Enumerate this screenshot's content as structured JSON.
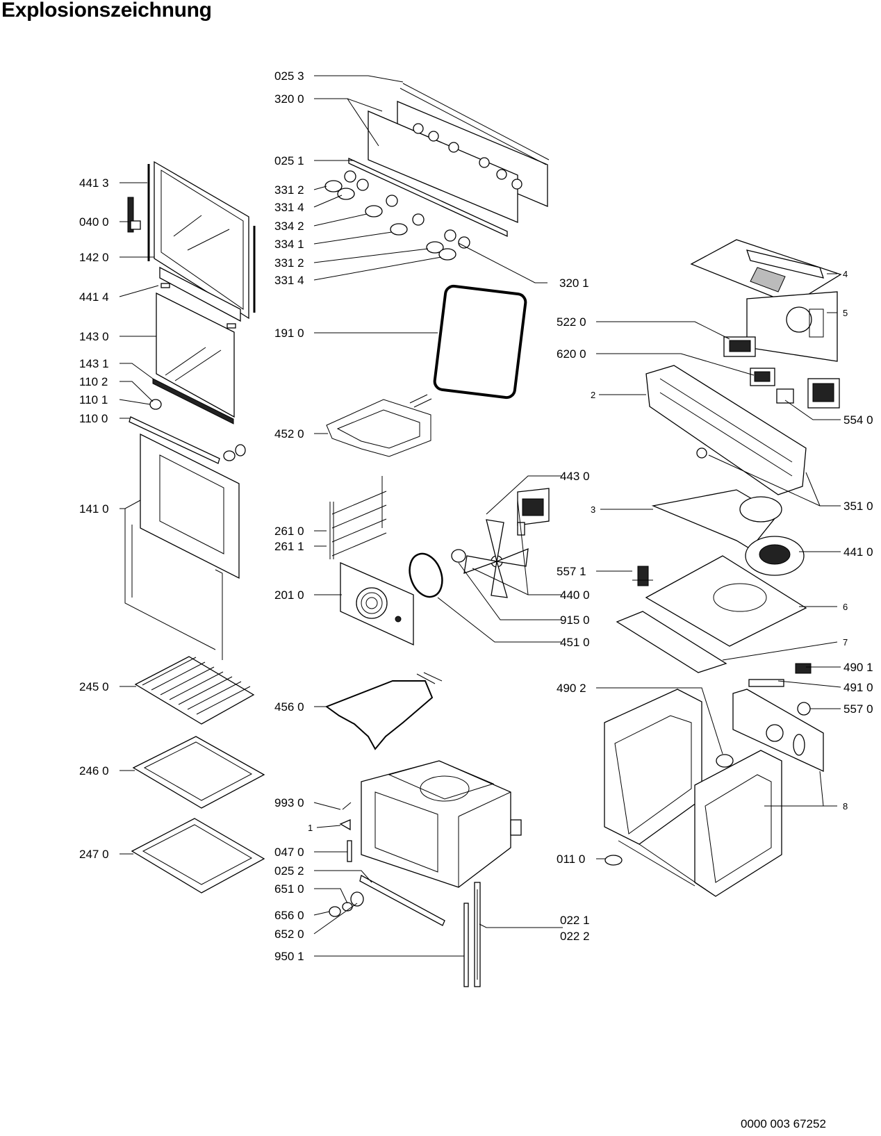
{
  "title": "Explosionszeichnung",
  "document_number": "0000 003 67252",
  "callouts": [
    {
      "id": "c-0253",
      "text": "025 3"
    },
    {
      "id": "c-3200",
      "text": "320 0"
    },
    {
      "id": "c-0251",
      "text": "025 1"
    },
    {
      "id": "c-3312a",
      "text": "331 2"
    },
    {
      "id": "c-3314a",
      "text": "331 4"
    },
    {
      "id": "c-3342",
      "text": "334 2"
    },
    {
      "id": "c-3341",
      "text": "334 1"
    },
    {
      "id": "c-3312b",
      "text": "331 2"
    },
    {
      "id": "c-3314b",
      "text": "331 4"
    },
    {
      "id": "c-3201",
      "text": "320 1"
    },
    {
      "id": "c-1910",
      "text": "191 0"
    },
    {
      "id": "c-4520",
      "text": "452 0"
    },
    {
      "id": "c-2610",
      "text": "261 0"
    },
    {
      "id": "c-2611",
      "text": "261 1"
    },
    {
      "id": "c-2010",
      "text": "201 0"
    },
    {
      "id": "c-4560",
      "text": "456 0"
    },
    {
      "id": "c-9930",
      "text": "993 0"
    },
    {
      "id": "c-1",
      "text": "1"
    },
    {
      "id": "c-0470",
      "text": "047 0"
    },
    {
      "id": "c-0252",
      "text": "025 2"
    },
    {
      "id": "c-6510",
      "text": "651 0"
    },
    {
      "id": "c-6560",
      "text": "656 0"
    },
    {
      "id": "c-6520",
      "text": "652 0"
    },
    {
      "id": "c-9501",
      "text": "950 1"
    },
    {
      "id": "c-4413",
      "text": "441 3"
    },
    {
      "id": "c-0400",
      "text": "040 0"
    },
    {
      "id": "c-1420",
      "text": "142 0"
    },
    {
      "id": "c-4414",
      "text": "441 4"
    },
    {
      "id": "c-1430",
      "text": "143 0"
    },
    {
      "id": "c-1431",
      "text": "143 1"
    },
    {
      "id": "c-1102",
      "text": "110 2"
    },
    {
      "id": "c-1101",
      "text": "110 1"
    },
    {
      "id": "c-1100",
      "text": "110 0"
    },
    {
      "id": "c-1410",
      "text": "141 0"
    },
    {
      "id": "c-2450",
      "text": "245 0"
    },
    {
      "id": "c-2460",
      "text": "246 0"
    },
    {
      "id": "c-2470",
      "text": "247 0"
    },
    {
      "id": "c-4430",
      "text": "443 0"
    },
    {
      "id": "c-5571",
      "text": "557 1"
    },
    {
      "id": "c-4400",
      "text": "440 0"
    },
    {
      "id": "c-9150",
      "text": "915 0"
    },
    {
      "id": "c-4510",
      "text": "451 0"
    },
    {
      "id": "c-0221",
      "text": "022 1"
    },
    {
      "id": "c-0222",
      "text": "022 2"
    },
    {
      "id": "c-4",
      "text": "4"
    },
    {
      "id": "c-5",
      "text": "5"
    },
    {
      "id": "c-5220",
      "text": "522 0"
    },
    {
      "id": "c-6200",
      "text": "620 0"
    },
    {
      "id": "c-2",
      "text": "2"
    },
    {
      "id": "c-5540",
      "text": "554 0"
    },
    {
      "id": "c-3510",
      "text": "351 0"
    },
    {
      "id": "c-3",
      "text": "3"
    },
    {
      "id": "c-4410",
      "text": "441 0"
    },
    {
      "id": "c-6",
      "text": "6"
    },
    {
      "id": "c-7",
      "text": "7"
    },
    {
      "id": "c-4901",
      "text": "490 1"
    },
    {
      "id": "c-4902",
      "text": "490 2"
    },
    {
      "id": "c-4910",
      "text": "491 0"
    },
    {
      "id": "c-5570",
      "text": "557 0"
    },
    {
      "id": "c-8",
      "text": "8"
    },
    {
      "id": "c-0110",
      "text": "011 0"
    }
  ]
}
